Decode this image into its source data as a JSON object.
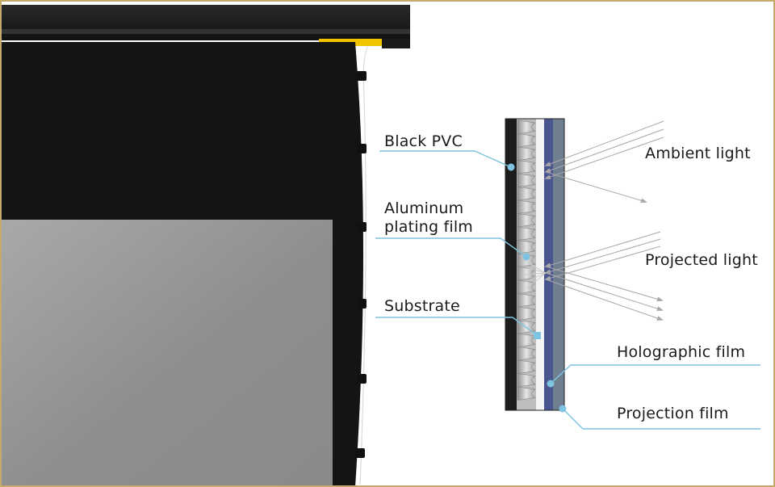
{
  "labels": {
    "black_pvc": "Black PVC",
    "aluminum_line1": "Aluminum",
    "aluminum_line2": "plating film",
    "substrate": "Substrate",
    "ambient_light": "Ambient light",
    "projected_light": "Projected light",
    "holographic_film": "Holographic film",
    "projection_film": "Projection film"
  },
  "colors": {
    "frame": "#c9a96a",
    "screen_housing": "#1b1b1b",
    "screen_surface": "#9a9a9c",
    "black_pvc": "#1c1c1c",
    "aluminum_ridges": "#cfcfcf",
    "holographic_film": "#4a5590",
    "projection_film": "#6f7f90",
    "callout_line": "#7ec4e0",
    "light_ray": "#a8a8a8",
    "bracket_yellow": "#f2c400"
  }
}
